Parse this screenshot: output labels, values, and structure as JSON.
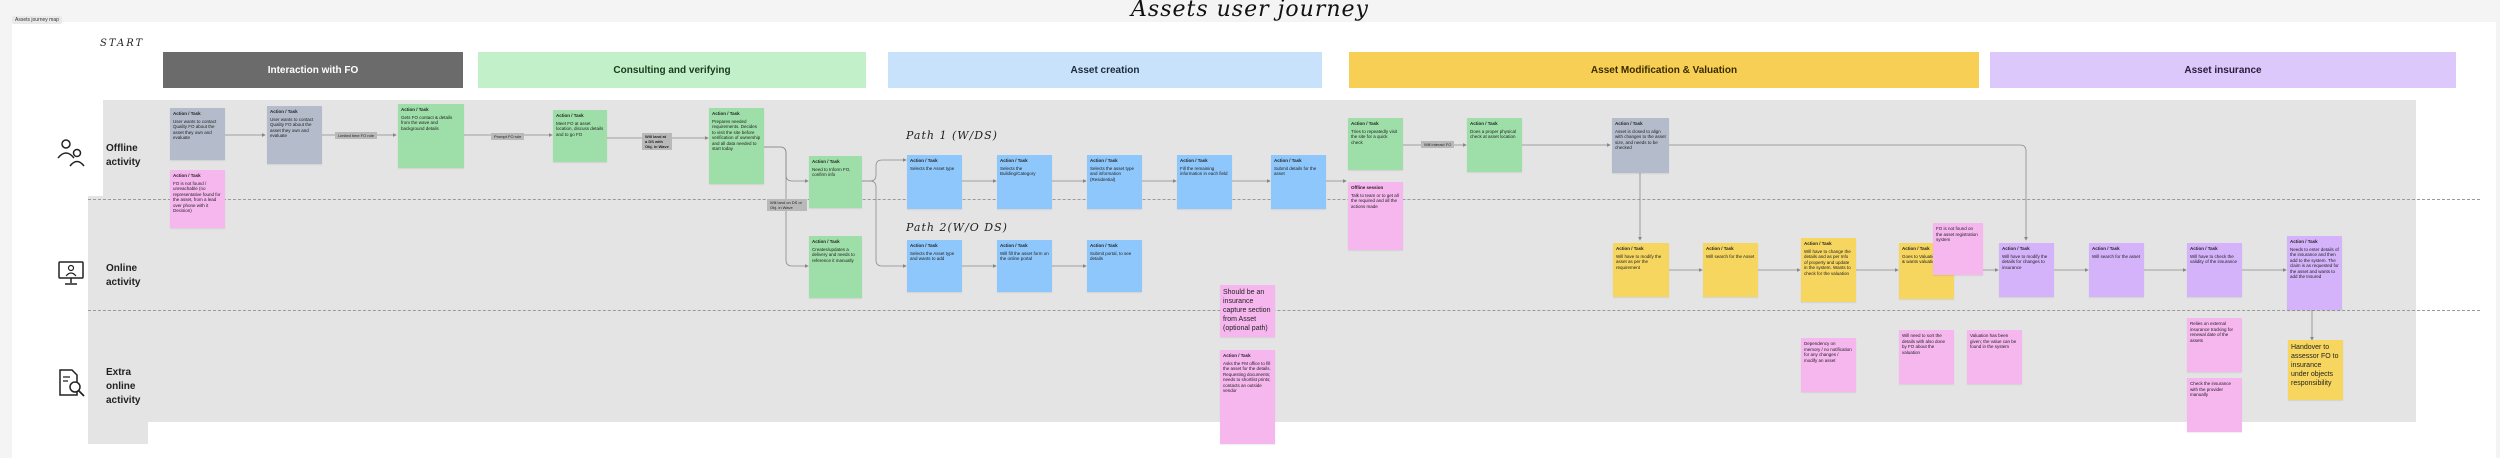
{
  "frame_label": "Assets journey map",
  "title": "Assets user journey",
  "start_label": "START",
  "phases": [
    {
      "label": "Interaction with FO",
      "bg": "#6b6b6b",
      "fg": "#ffffff"
    },
    {
      "label": "Consulting and verifying",
      "bg": "#c2f0c8",
      "fg": "#1b3a1f"
    },
    {
      "label": "Asset creation",
      "bg": "#c8e2fb",
      "fg": "#1b2a3a"
    },
    {
      "label": "Asset Modification & Valuation",
      "bg": "#f7cf55",
      "fg": "#3a2a00"
    },
    {
      "label": "Asset insurance",
      "bg": "#dcc8fa",
      "fg": "#2a1b3a"
    }
  ],
  "lanes": [
    {
      "label_line1": "Offline",
      "label_line2": "activity",
      "icon": "people-icon"
    },
    {
      "label_line1": "Online",
      "label_line2": "activity",
      "icon": "monitor-icon"
    },
    {
      "label_line1": "Extra",
      "label_line2": "online",
      "label_line3": "activity",
      "icon": "document-search-icon"
    }
  ],
  "paths": {
    "path1": "Path 1 (W/DS)",
    "path2": "Path 2(W/O DS)"
  },
  "connector_labels": {
    "c1": "Limited time FO role",
    "c2": "Prompt FO role",
    "c3": "Will land at a DS with Obj. in Wave",
    "c4": "Will land on DS or Obj. in Wave",
    "c5": "Will interact FO"
  },
  "notes": {
    "n1": {
      "h": "Action / Task",
      "t": "User wants to contact Quality FO about the asset they own and evaluate"
    },
    "n2": {
      "h": "Action / Task",
      "t": "FO is not found / unreachable (no representative found for the asset, from a lead over phone with it Decision)"
    },
    "n3": {
      "h": "Action / Task",
      "t": "Gets FO contact & details from the wave and background details"
    },
    "n4": {
      "h": "Action / Task",
      "t": "Meet FO at asset location, discuss details and to go FO"
    },
    "n5": {
      "h": "Action / Task",
      "t": "Prepares needed requirements. Decides to visit the site before verification of ownership and all data needed to start today"
    },
    "p1": {
      "h": "Action / Task",
      "t": "Need to Inform FO, confirm info"
    },
    "b1": {
      "h": "Action / Task",
      "t": "Selects the Asset type"
    },
    "b2": {
      "h": "Action / Task",
      "t": "Selects the Building/Category"
    },
    "b3": {
      "h": "Action / Task",
      "t": "Selects the asset type and information (Residential)"
    },
    "b4": {
      "h": "Action / Task",
      "t": "Fill the remaining information in each field"
    },
    "b5": {
      "h": "Action / Task",
      "t": "Submit details for the asset"
    },
    "p2": {
      "h": "Action / Task",
      "t": "Creates/updates a delivery and needs to reference it manually"
    },
    "b6": {
      "h": "Action / Task",
      "t": "Selects the Asset type and wants to add"
    },
    "b7": {
      "h": "Action / Task",
      "t": "Will fill the asset form on the online portal"
    },
    "b8": {
      "h": "Action / Task",
      "t": "Submit portal, to see details"
    },
    "y1": {
      "h": "Action / Task",
      "t": "Tries to repeatedly visit the site for a quick check"
    },
    "y2": {
      "h": "Action / Task",
      "t": "Does a proper physical check at asset location"
    },
    "pk1": {
      "h": "Offline session",
      "t": "Talk to team or to get all the required and all the actions made"
    },
    "g1": {
      "h": "Action / Task",
      "t": "Asset is closed to align with changes to the asset size, and needs to be checked"
    },
    "y3": {
      "h": "Action / Task",
      "t": "Will have to modify the asset as per the requirement"
    },
    "y4": {
      "h": "Action / Task",
      "t": "Will search for the Asset"
    },
    "y5": {
      "h": "Action / Task",
      "t": "Will have to change the details and as per Info of property and update in the system. Wants to check for the valuation"
    },
    "y6": {
      "h": "Action / Task",
      "t": "Goes to Valuation asset & wants valuation done"
    },
    "pk2": {
      "h": "",
      "t": "FO is not found on the asset registration system"
    },
    "pu1": {
      "h": "Action / Task",
      "t": "Will have to modify the details for changes to insurance"
    },
    "pu2": {
      "h": "Action / Task",
      "t": "Will search for the asset"
    },
    "pu3": {
      "h": "Action / Task",
      "t": "Will have to check the validity of the insurance"
    },
    "pu4": {
      "h": "Action / Task",
      "t": "Needs to enter details of the insurance and then add to the system. The claim is as requested for the asset and wants to add the Insured"
    },
    "pk3": {
      "h": "",
      "t": "Should be an insurance capture section from Asset (optional path)"
    },
    "pk4": {
      "h": "Action / Task",
      "t": "Asks the FM office to fill the asset for the details. Requesting documents; needs to shortlist prints; contacts an outside vendor"
    },
    "pk5": {
      "h": "",
      "t": "Dependency on memory / no notification for any changes / modify an asset"
    },
    "pk6": {
      "h": "",
      "t": "Will need to sort the details with also done by FO about the valuation"
    },
    "pk7": {
      "h": "",
      "t": "Valuation has been given; the value can be found in the system"
    },
    "pk8": {
      "h": "",
      "t": "Relies on external insurance tracking for renewal date of the assets"
    },
    "pk9": {
      "h": "",
      "t": "Check the insurance with the provider manually"
    },
    "y7": {
      "h": "",
      "t": "Handover to assessor FO to insurance under objects responsibility"
    }
  },
  "colors": {
    "gray_note": "#b4bccb",
    "green_note": "#9edfa9",
    "blue_note": "#8ec7fb",
    "pink_note": "#f6b6ee",
    "yellow_note": "#f7d660",
    "purple_note": "#d4b3fb",
    "band": "#e4e4e4"
  }
}
